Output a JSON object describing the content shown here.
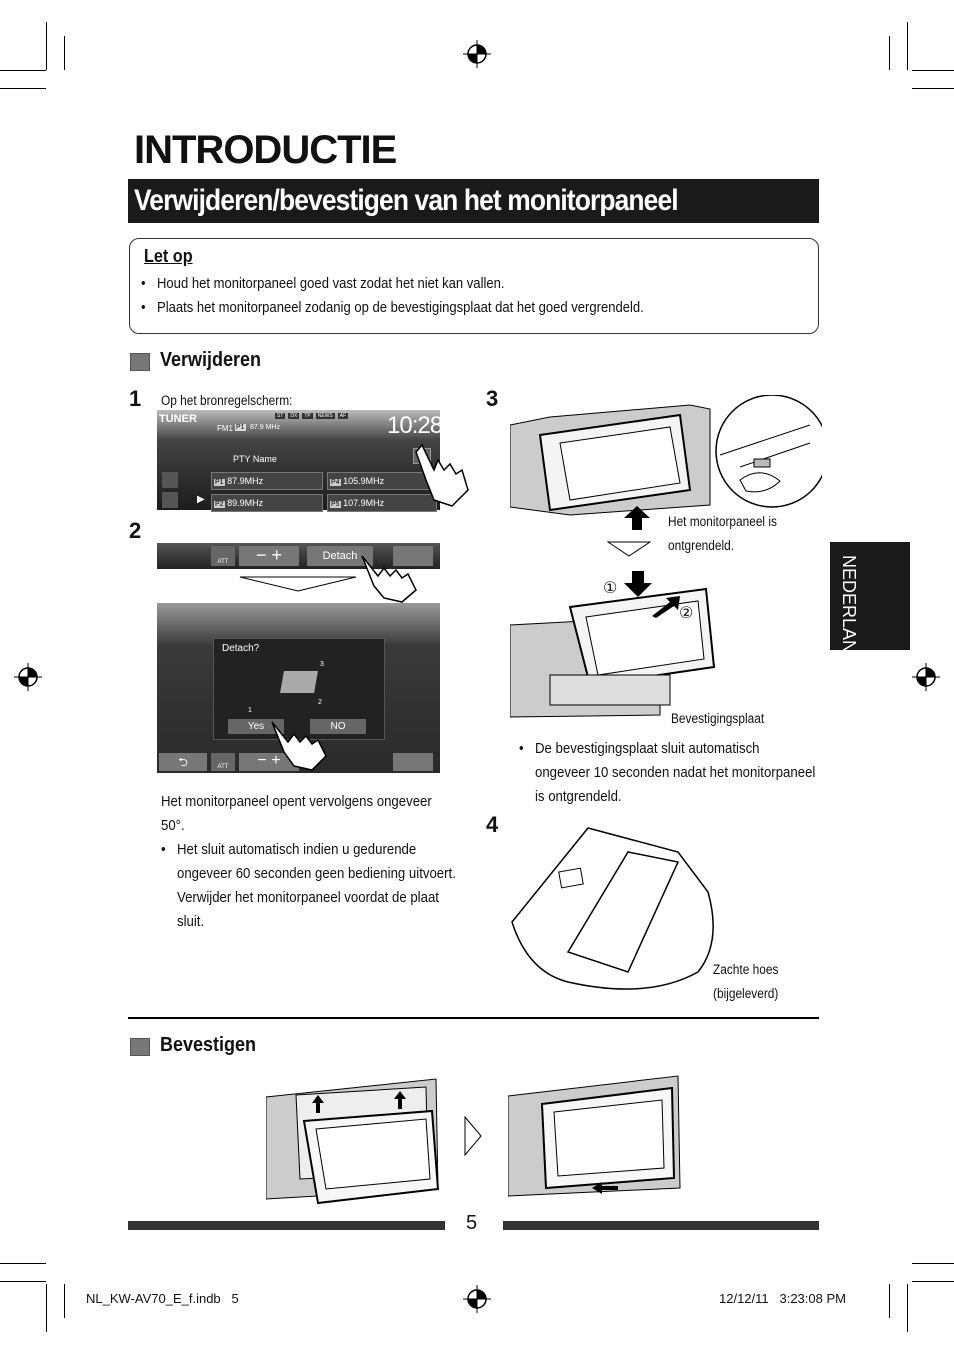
{
  "header": {
    "title": "INTRODUCTIE",
    "section_title": "Verwijderen/bevestigen van het monitorpaneel"
  },
  "caution": {
    "title": "Let op",
    "items": [
      "Houd het monitorpaneel goed vast zodat het niet kan vallen.",
      "Plaats het monitorpaneel zodanig op de bevestigingsplaat dat het goed vergrendeld."
    ]
  },
  "remove": {
    "heading": "Verwijderen",
    "step1_num": "1",
    "step1_text": "Op het bronregelscherm:",
    "step2_num": "2",
    "step3_num": "3",
    "step4_num": "4",
    "after_text_line1": "Het monitorpaneel opent vervolgens ongeveer",
    "after_text_line2": "50°.",
    "bullet_lines": [
      "Het sluit automatisch indien u gedurende",
      "ongeveer 60 seconden geen bediening uitvoert.",
      "Verwijder het monitorpaneel voordat de plaat",
      "sluit."
    ],
    "unlocked_caption": [
      "Het monitorpaneel is",
      "ontgrendeld."
    ],
    "plate_caption": "Bevestigingsplaat",
    "plate_bullet_lines": [
      "De bevestigingsplaat sluit automatisch",
      "ongeveer 10 seconden nadat het monitorpaneel",
      "is ontgrendeld."
    ],
    "case_caption": [
      "Zachte hoes",
      "(bijgeleverd)"
    ],
    "circle_1": "①",
    "circle_2": "②"
  },
  "screen1": {
    "source": "TUNER",
    "band": "FM1",
    "preset": "P1",
    "freq": "87.9 MHz",
    "clock": "10:28",
    "indicators": [
      "ST",
      "DX",
      "TP",
      "NEWS",
      "AF"
    ],
    "pty": "PTY Name",
    "presets": [
      {
        "num": "P1",
        "freq": "87.9MHz"
      },
      {
        "num": "P4",
        "freq": "105.9MHz"
      },
      {
        "num": "P2",
        "freq": "89.9MHz"
      },
      {
        "num": "P5",
        "freq": "107.9MHz"
      }
    ]
  },
  "screen2": {
    "att": "ATT",
    "detach_btn": "Detach",
    "dialog_title": "Detach?",
    "yes": "Yes",
    "no": "NO",
    "num1": "1",
    "num2": "2",
    "num3": "3"
  },
  "sidebar": {
    "language": "NEDERLANDS"
  },
  "attach": {
    "heading": "Bevestigen"
  },
  "footer": {
    "page": "5",
    "file": "NL_KW-AV70_E_f.indb   5",
    "datetime": "12/12/11   3:23:08 PM"
  }
}
